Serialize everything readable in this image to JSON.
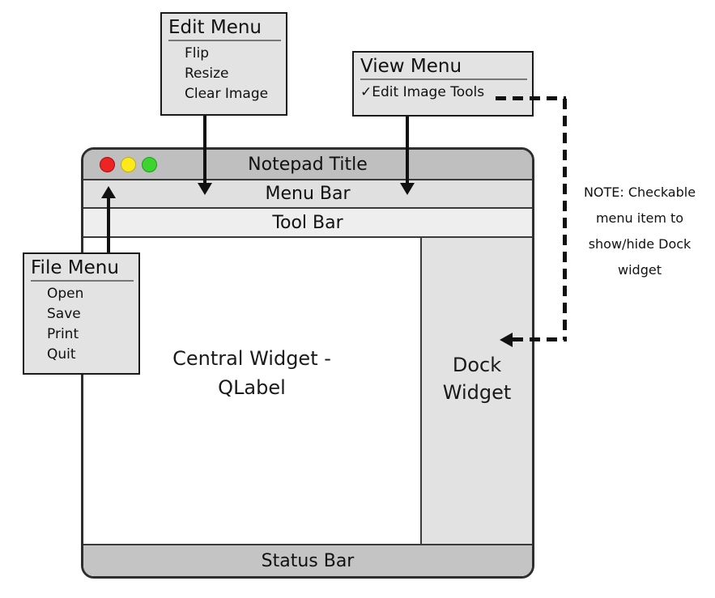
{
  "window": {
    "title": "Notepad Title",
    "menu_bar_label": "Menu Bar",
    "tool_bar_label": "Tool Bar",
    "central_widget_label": "Central Widget -\nQLabel",
    "dock_widget_label": "Dock\nWidget",
    "status_bar_label": "Status Bar"
  },
  "edit_menu": {
    "title": "Edit Menu",
    "items": [
      "Flip",
      "Resize",
      "Clear Image"
    ]
  },
  "view_menu": {
    "title": "View Menu",
    "checked_item": "✓Edit Image Tools"
  },
  "file_menu": {
    "title": "File Menu",
    "items": [
      "Open",
      "Save",
      "Print",
      "Quit"
    ]
  },
  "note": "NOTE: Checkable\nmenu item to\nshow/hide Dock\nwidget",
  "colors": {
    "traffic_red": "#ee2424",
    "traffic_yellow": "#fde91c",
    "traffic_green": "#3ed42f",
    "title_bar": "#bfbfbf",
    "menu_bar": "#e0e0e0",
    "tool_bar": "#eeeeee",
    "dock_widget": "#e2e2e2",
    "status_bar": "#c4c4c4",
    "annotation_box": "#e3e3e3",
    "line": "#111111"
  }
}
